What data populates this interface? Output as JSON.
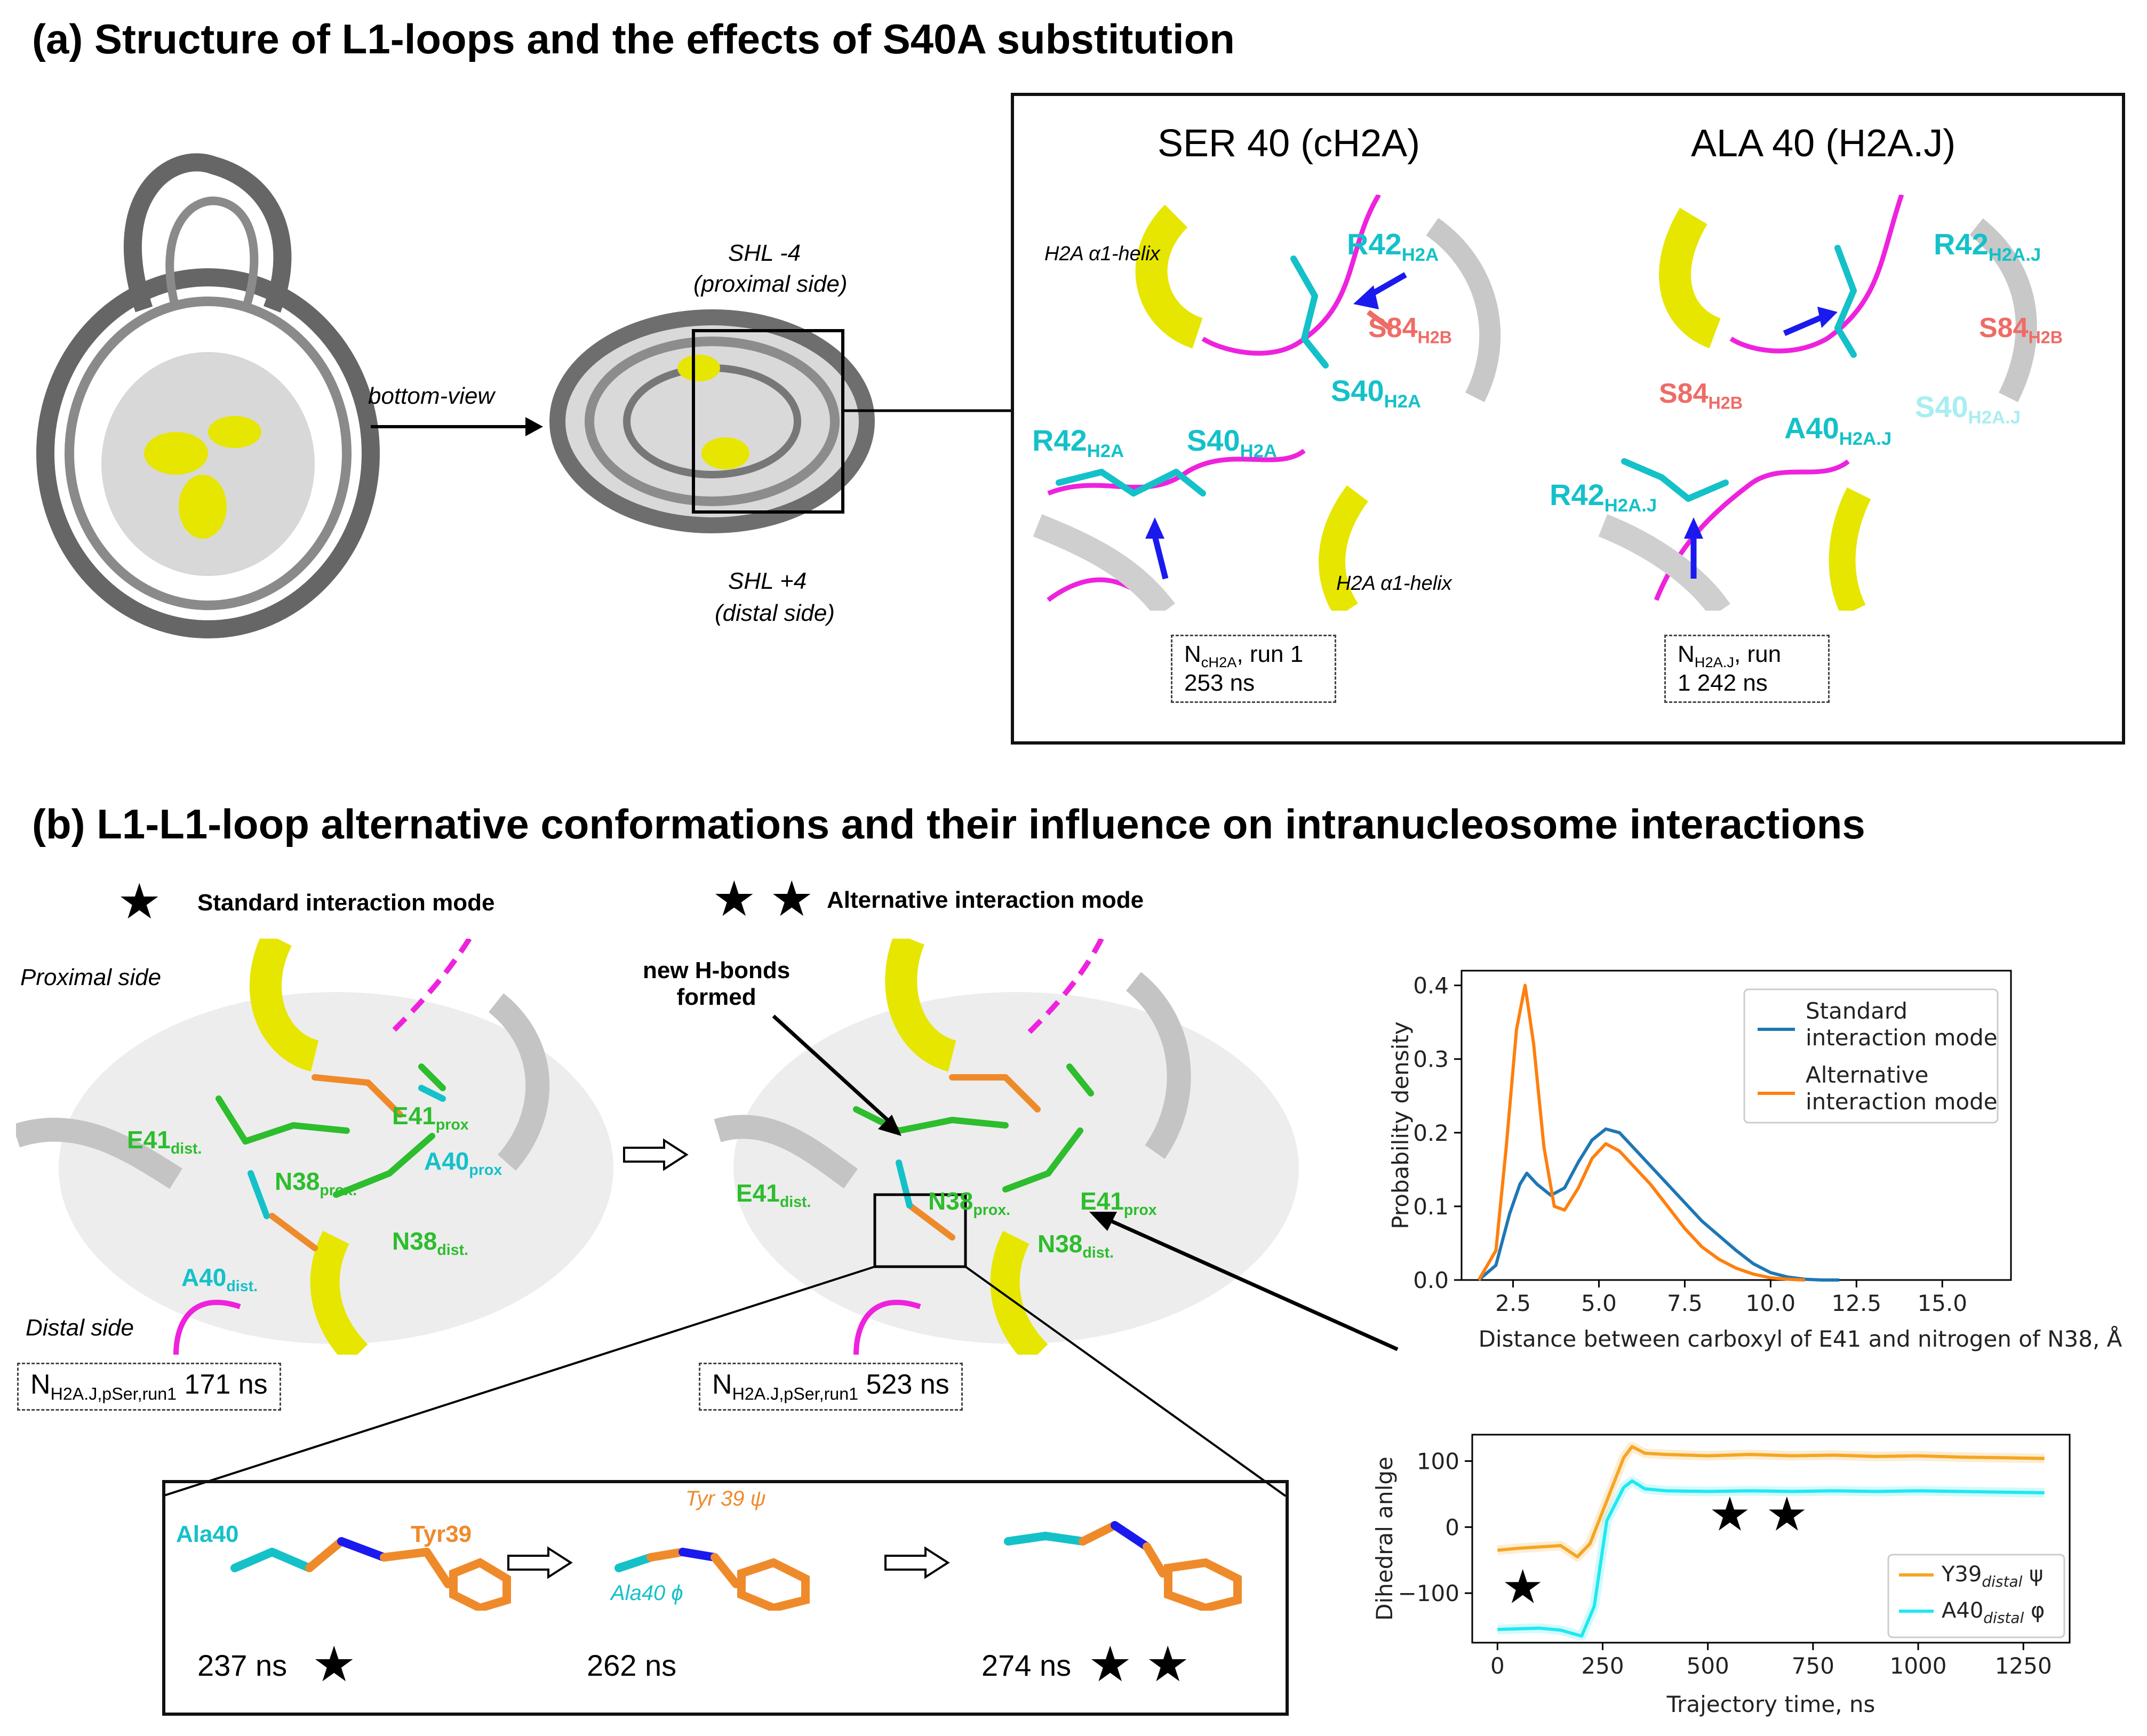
{
  "panel_a": {
    "title": "(a) Structure of L1-loops and the effects of S40A substitution",
    "bottom_view": "bottom-view",
    "shl_minus4": "SHL -4",
    "proximal_side_paren": "(proximal side)",
    "shl_plus4": "SHL +4",
    "distal_side_paren": "(distal side)",
    "ser_title": "SER 40 (cH2A)",
    "ala_title": "ALA 40 (H2A.J)",
    "h2a_helix": "H2A α1-helix",
    "r42": "R42",
    "s40": "S40",
    "a40": "A40",
    "s84": "S84",
    "sub_h2a": "H2A",
    "sub_h2aj": "H2A.J",
    "sub_h2b": "H2B",
    "cap_left_n": "N",
    "cap_left_sub": "cH2A",
    "cap_left_rest": ", run 1",
    "cap_left_time": "253 ns",
    "cap_right_n": "N",
    "cap_right_sub": "H2A.J",
    "cap_right_rest": ", run",
    "cap_right_time": "1 242 ns"
  },
  "panel_b": {
    "title": "(b) L1-L1-loop alternative conformations and their influence on intranucleosome interactions",
    "standard_mode": "Standard interaction mode",
    "alternative_mode": "Alternative interaction mode",
    "proximal_side": "Proximal side",
    "distal_side": "Distal side",
    "new_hbonds_1": "new H-bonds",
    "new_hbonds_2": "formed",
    "e41": "E41",
    "n38": "N38",
    "a40": "A40",
    "sub_prox": "prox",
    "sub_proxdot": "prox.",
    "sub_dist": "dist.",
    "cap_n": "N",
    "cap_sub": "H2A.J,pSer,run1",
    "cap_time_1": "171 ns",
    "cap_time_2": "523 ns",
    "ala40": "Ala40",
    "tyr39": "Tyr39",
    "tyr39_psi": "Tyr 39 ψ",
    "ala40_phi": "Ala40 ϕ",
    "t1": "237 ns",
    "t2": "262 ns",
    "t3": "274 ns",
    "star": "★",
    "stars2": "★ ★"
  },
  "chart_data": [
    {
      "type": "line",
      "xlabel": "Distance between carboxyl of E41 and nitrogen of N38, Å",
      "ylabel": "Probability density",
      "xlim": [
        1.0,
        17.0
      ],
      "ylim": [
        0.0,
        0.42
      ],
      "xticks": [
        "2.5",
        "5.0",
        "7.5",
        "10.0",
        "12.5",
        "15.0"
      ],
      "yticks": [
        "0.0",
        "0.1",
        "0.2",
        "0.3",
        "0.4"
      ],
      "legend": "top-right",
      "series": [
        {
          "name_lines": [
            "Standard",
            "interaction mode"
          ],
          "color": "#1f77b4",
          "x": [
            1.5,
            2.0,
            2.4,
            2.7,
            2.9,
            3.2,
            3.6,
            4.0,
            4.4,
            4.8,
            5.2,
            5.6,
            6.0,
            6.5,
            7.0,
            7.5,
            8.0,
            8.5,
            9.0,
            9.5,
            10.0,
            10.5,
            11.0,
            11.5,
            12.0
          ],
          "y": [
            0.0,
            0.02,
            0.09,
            0.13,
            0.145,
            0.13,
            0.115,
            0.125,
            0.16,
            0.19,
            0.205,
            0.2,
            0.18,
            0.155,
            0.13,
            0.105,
            0.08,
            0.06,
            0.04,
            0.022,
            0.01,
            0.004,
            0.001,
            0.0,
            0.0
          ]
        },
        {
          "name_lines": [
            "Alternative",
            "interaction mode"
          ],
          "color": "#ff7f0e",
          "x": [
            1.5,
            2.0,
            2.3,
            2.6,
            2.85,
            3.1,
            3.4,
            3.7,
            4.0,
            4.4,
            4.8,
            5.2,
            5.6,
            6.0,
            6.5,
            7.0,
            7.5,
            8.0,
            8.5,
            9.0,
            9.5,
            10.0,
            10.5,
            11.0
          ],
          "y": [
            0.0,
            0.04,
            0.18,
            0.34,
            0.4,
            0.32,
            0.18,
            0.1,
            0.095,
            0.125,
            0.165,
            0.185,
            0.175,
            0.155,
            0.13,
            0.1,
            0.07,
            0.045,
            0.028,
            0.016,
            0.008,
            0.003,
            0.001,
            0.0
          ]
        }
      ]
    },
    {
      "type": "line",
      "xlabel": "Trajectory time, ns",
      "ylabel": "Dihedral anlge",
      "xlim": [
        -60,
        1360
      ],
      "ylim": [
        -175,
        140
      ],
      "xticks": [
        "0",
        "250",
        "500",
        "750",
        "1000",
        "1250"
      ],
      "yticks": [
        "100",
        "0",
        "−100"
      ],
      "legend": "bottom-right",
      "series": [
        {
          "name": "Y39",
          "name_sub": "distal",
          "name_suffix": " ψ",
          "color": "#f5a623",
          "x": [
            0,
            50,
            100,
            150,
            190,
            220,
            260,
            300,
            320,
            350,
            400,
            500,
            600,
            700,
            800,
            900,
            1000,
            1100,
            1200,
            1300
          ],
          "y": [
            -35,
            -32,
            -30,
            -28,
            -45,
            -25,
            40,
            105,
            122,
            112,
            110,
            108,
            110,
            108,
            109,
            107,
            108,
            106,
            105,
            104
          ]
        },
        {
          "name": "A40",
          "name_sub": "distal",
          "name_suffix": " φ",
          "color": "#20e8ef",
          "x": [
            0,
            50,
            100,
            150,
            200,
            230,
            260,
            300,
            320,
            350,
            400,
            500,
            600,
            700,
            800,
            900,
            1000,
            1100,
            1200,
            1300
          ],
          "y": [
            -155,
            -154,
            -153,
            -156,
            -165,
            -120,
            10,
            60,
            70,
            58,
            55,
            54,
            55,
            54,
            55,
            54,
            55,
            54,
            53,
            52
          ]
        }
      ],
      "annotations": [
        "★",
        "★ ★"
      ]
    }
  ]
}
